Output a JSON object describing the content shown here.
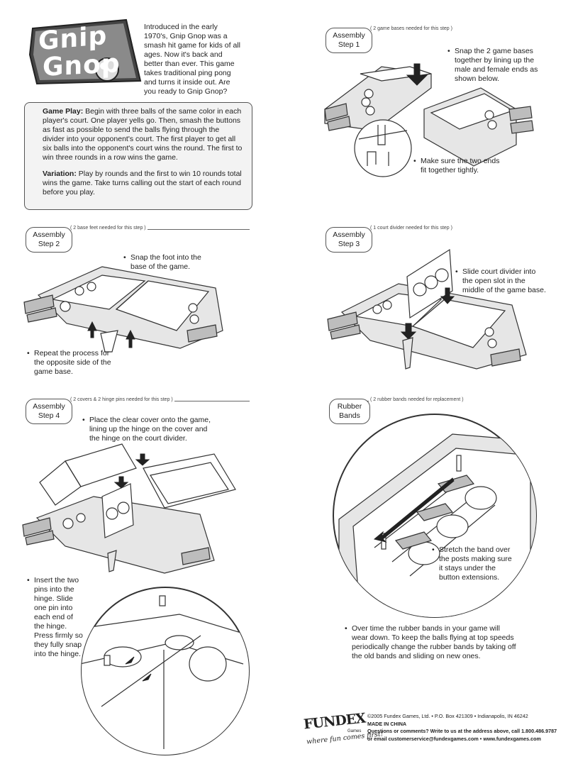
{
  "logo": {
    "line1": "Gnip",
    "line2": "Gnop"
  },
  "intro": "Introduced in the early 1970's, Gnip Gnop was a smash hit game for kids of all ages. Now it's back and better than ever. This game takes traditional ping pong and turns it inside out. Are you ready to Gnip Gnop?",
  "rules": {
    "gameplay_heading": "Game Play:",
    "gameplay_text": "Begin with three balls of the same color in each player's court. One player yells go. Then, smash the buttons as fast as possible to send the balls flying through the divider into your opponent's court. The first player to get all six balls into the opponent's court wins the round. The first to win three rounds in a row wins the game.",
    "variation_heading": "Variation:",
    "variation_text": "Play by rounds and the first to win 10 rounds total wins the game. Take turns calling out the start of each round before you play."
  },
  "step1": {
    "label_line1": "Assembly",
    "label_line2": "Step 1",
    "note": "( 2 game bases needed for this step )",
    "bullet1": "Snap the 2 game bases together by lining up the male and female ends as shown below.",
    "bullet2": "Make sure the two ends fit together tightly."
  },
  "step2": {
    "label_line1": "Assembly",
    "label_line2": "Step 2",
    "note": "( 2 base feet needed for this step )",
    "bullet1": "Snap the foot into the base of the game.",
    "bullet2": "Repeat the process for the opposite side of the game base."
  },
  "step3": {
    "label_line1": "Assembly",
    "label_line2": "Step 3",
    "note": "( 1 court divider needed for this step )",
    "bullet1": "Slide court divider into the open slot in the middle of the game base."
  },
  "step4": {
    "label_line1": "Assembly",
    "label_line2": "Step 4",
    "note": "( 2 covers & 2 hinge pins needed for this step )",
    "bullet1": "Place the clear cover onto the game, lining up the hinge on the cover and the hinge on the court divider.",
    "bullet2": "Insert the two pins into the hinge. Slide one pin into each end of the hinge. Press firmly so they fully snap into the hinge."
  },
  "rubber": {
    "label_line1": "Rubber",
    "label_line2": "Bands",
    "note": "( 2 rubber bands needed for replacement )",
    "bullet1": "Stretch the band over the posts making sure it stays under the button extensions.",
    "bullet2": "Over time the rubber bands in your game will wear down. To keep the balls flying at top speeds periodically change the rubber bands by taking off the old bands and sliding on new ones."
  },
  "footer": {
    "brand": "FUNDEX",
    "brand_sub": "Games",
    "tagline": "where fun comes first!",
    "copyright": "©2005 Fundex Games, Ltd. • P.O. Box 421309 • Indianapolis, IN 46242",
    "made_in": "MADE IN CHINA",
    "contact1": "Questions or comments? Write to us at the address above, call 1.800.486.9787",
    "contact2": "or email customerservice@fundexgames.com • www.fundexgames.com"
  }
}
